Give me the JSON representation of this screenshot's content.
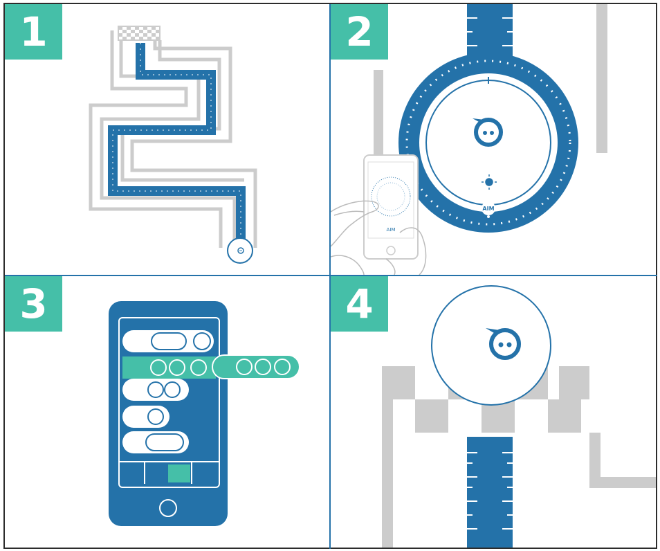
{
  "steps": [
    {
      "number": "1"
    },
    {
      "number": "2"
    },
    {
      "number": "3"
    },
    {
      "number": "4"
    }
  ],
  "aim_button_label": "AIM",
  "phone_aim_label": "AIM",
  "colors": {
    "accent_teal": "#45bfa8",
    "primary_blue": "#2472a9",
    "track_gray": "#cccccc",
    "border": "#2c2c2c",
    "divider_blue": "#2472a9"
  },
  "icons": [
    "sphero-face-icon",
    "led-light-icon",
    "aim-icon",
    "finish-flag-icon",
    "home-button-icon"
  ]
}
